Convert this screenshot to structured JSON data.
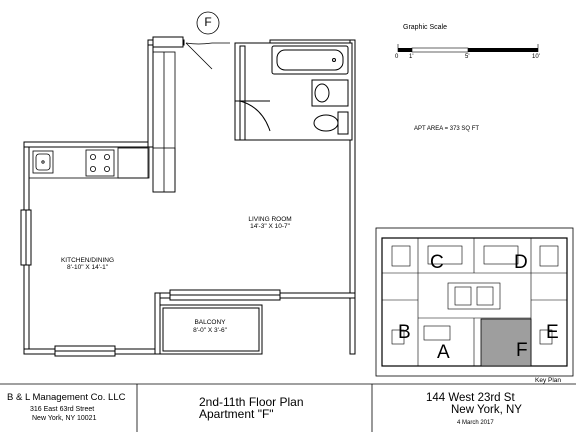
{
  "door_marker": "F",
  "scale": {
    "title": "Graphic Scale",
    "ticks": [
      "0",
      "1'",
      "5'",
      "10'"
    ]
  },
  "apt_area": "APT AREA = 373 SQ FT",
  "rooms": {
    "living": {
      "name": "LIVING ROOM",
      "dims": "14'-3\" X 10-7\""
    },
    "kitchen": {
      "name": "KITCHEN/DINING",
      "dims": "8'-10\" X 14'-1\""
    },
    "balcony": {
      "name": "BALCONY",
      "dims": "8'-0\" X 3'-6\""
    }
  },
  "key_plan": {
    "label": "Key Plan",
    "units": [
      "C",
      "D",
      "B",
      "A",
      "F",
      "E"
    ],
    "highlighted": "F",
    "highlight_color": "#9e9e9e"
  },
  "title_block": {
    "company": "B & L Management Co. LLC",
    "address_line1": "316 East 63rd Street",
    "address_line2": "New York, NY  10021",
    "plan_title": "2nd-11th Floor Plan",
    "apartment": "Apartment \"F\"",
    "street": "144 West 23rd St",
    "city": "New York, NY",
    "date": "4 March 2017"
  }
}
